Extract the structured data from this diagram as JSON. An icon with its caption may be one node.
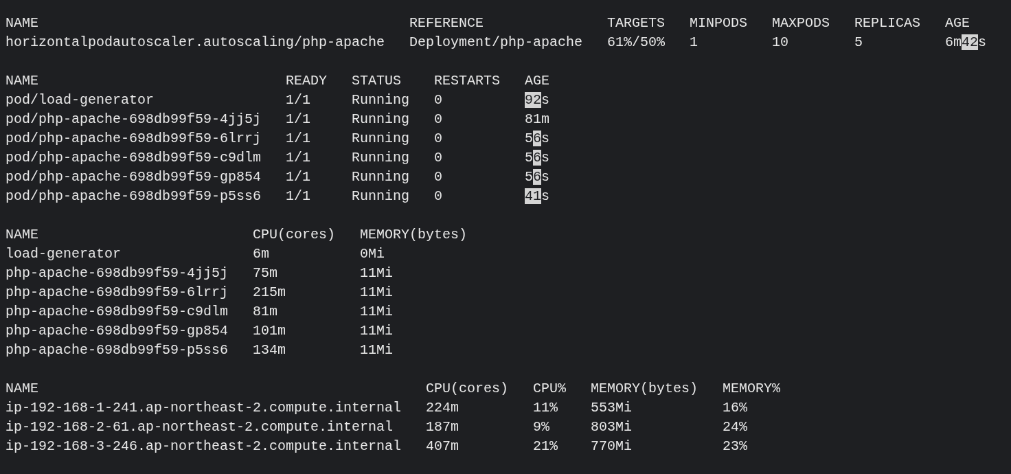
{
  "diagram": {
    "labels": [
      "NAME",
      "REFERENCE",
      "TARGETS",
      "MINPODS",
      "MAXPODS",
      "REPLICAS",
      "AGE",
      "horizontalpodautoscaler.autoscaling/php-apache",
      "Deployment/php-apache",
      "61%/50%",
      "1",
      "10",
      "5",
      "6m42s",
      "NAME",
      "READY",
      "STATUS",
      "RESTARTS",
      "AGE",
      "pod/load-generator",
      "1/1",
      "Running",
      "0",
      "92s",
      "pod/php-apache-698db99f59-4jj5j",
      "1/1",
      "Running",
      "0",
      "81m",
      "pod/php-apache-698db99f59-6lrrj",
      "1/1",
      "Running",
      "0",
      "56s",
      "pod/php-apache-698db99f59-c9dlm",
      "1/1",
      "Running",
      "0",
      "56s",
      "pod/php-apache-698db99f59-gp854",
      "1/1",
      "Running",
      "0",
      "56s",
      "pod/php-apache-698db99f59-p5ss6",
      "1/1",
      "Running",
      "0",
      "41s",
      "NAME",
      "CPU(cores)",
      "MEMORY(bytes)",
      "load-generator",
      "6m",
      "0Mi",
      "php-apache-698db99f59-4jj5j",
      "75m",
      "11Mi",
      "php-apache-698db99f59-6lrrj",
      "215m",
      "11Mi",
      "php-apache-698db99f59-c9dlm",
      "81m",
      "11Mi",
      "php-apache-698db99f59-gp854",
      "101m",
      "11Mi",
      "php-apache-698db99f59-p5ss6",
      "134m",
      "11Mi",
      "NAME",
      "CPU(cores)",
      "CPU%",
      "MEMORY(bytes)",
      "MEMORY%",
      "ip-192-168-1-241.ap-northeast-2.compute.internal",
      "224m",
      "11%",
      "553Mi",
      "16%",
      "ip-192-168-2-61.ap-northeast-2.compute.internal",
      "187m",
      "9%",
      "803Mi",
      "24%",
      "ip-192-168-3-246.ap-northeast-2.compute.internal",
      "407m",
      "21%",
      "770Mi",
      "23%"
    ]
  }
}
